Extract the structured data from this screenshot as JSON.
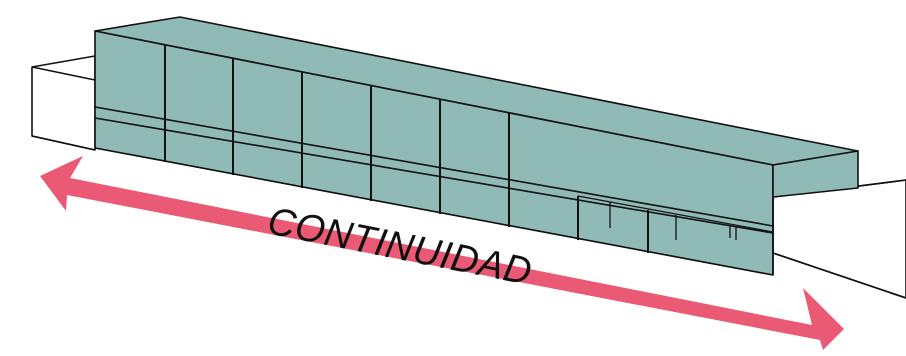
{
  "diagram": {
    "label": "CONTINUIDAD",
    "colors": {
      "glass": "#8fbab6",
      "glass_shadow": "#7fafab",
      "arrow": "#ea5a75",
      "line": "#111111",
      "background": "#ffffff"
    },
    "elements": [
      "building-volume",
      "ground-slab",
      "continuity-arrow"
    ]
  }
}
